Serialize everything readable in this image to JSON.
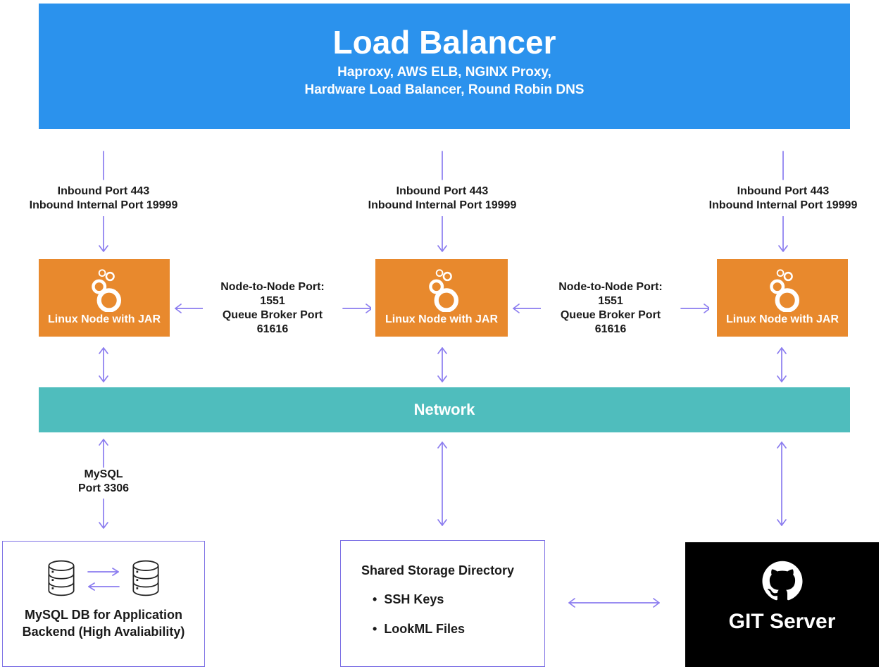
{
  "colors": {
    "load_balancer_blue": "#2B92ED",
    "node_orange": "#E8892D",
    "network_teal": "#4FBDBD",
    "arrow_purple": "#8B7CEF",
    "box_border_purple": "#7E72E5",
    "git_black": "#000000",
    "text_dark": "#1A1A1A"
  },
  "load_balancer": {
    "title": "Load Balancer",
    "subtitle_lines": [
      "Haproxy, AWS ELB, NGINX Proxy,",
      "Hardware Load Balancer, Round Robin DNS"
    ]
  },
  "inbound_link": {
    "line1": "Inbound Port 443",
    "line2": "Inbound Internal Port 19999"
  },
  "linux_node": {
    "label": "Linux Node with JAR",
    "icon": "looker-rings-icon"
  },
  "node_link": {
    "line1": "Node-to-Node Port: 1551",
    "line2": "Queue Broker Port 61616"
  },
  "network": {
    "label": "Network"
  },
  "mysql_link": {
    "line1": "MySQL",
    "line2": "Port 3306"
  },
  "mysql_db": {
    "line1": "MySQL DB for Application",
    "line2": "Backend (High Avaliability)",
    "icon": "database-cylinder-icon"
  },
  "shared_storage": {
    "title": "Shared Storage Directory",
    "items": [
      "SSH Keys",
      "LookML Files"
    ]
  },
  "git_server": {
    "title": "GIT Server",
    "icon": "github-octocat-icon"
  }
}
